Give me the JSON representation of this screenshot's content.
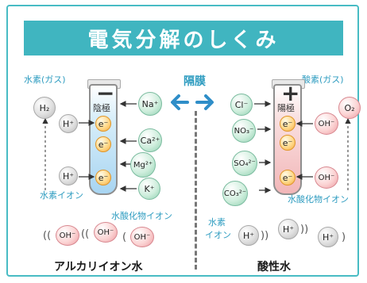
{
  "title": "電気分解のしくみ",
  "labels": {
    "hydrogen_gas": "水素(ガス)",
    "oxygen_gas": "酸素(ガス)",
    "membrane": "隔膜",
    "cathode": "陰極",
    "anode": "陽極",
    "minus": "−",
    "plus": "+",
    "hydrogen_ion_left": "水素イオン",
    "hydroxide_ion_left": "水酸化物イオン",
    "hydroxide_ion_right": "水酸化物イオン",
    "hydrogen_ion_right_1": "水素",
    "hydrogen_ion_right_2": "イオン",
    "alkaline_water": "アルカリイオン水",
    "acidic_water": "酸性水"
  },
  "particles": {
    "h2": "H₂",
    "o2": "O₂",
    "h_plus": "H⁺",
    "e_minus": "e⁻",
    "oh_minus": "OH⁻",
    "na": "Na⁺",
    "ca": "Ca²⁺",
    "mg": "Mg²⁺",
    "k": "K⁺",
    "cl": "Cl⁻",
    "no3": "NO₃⁻",
    "so4": "SO₄²⁻",
    "co3": "CO₃²⁻"
  },
  "parens": {
    "open2": "((",
    "close2": "))",
    "open1": "(",
    "close1": ")"
  },
  "colors": {
    "title_bg": "#40b5c0",
    "frame": "#48bcc4",
    "label_blue": "#2e9cc0",
    "arrow_blue": "#2f8ec8",
    "left_solution": "#a8d5f2",
    "right_solution": "#f2b6b8"
  }
}
